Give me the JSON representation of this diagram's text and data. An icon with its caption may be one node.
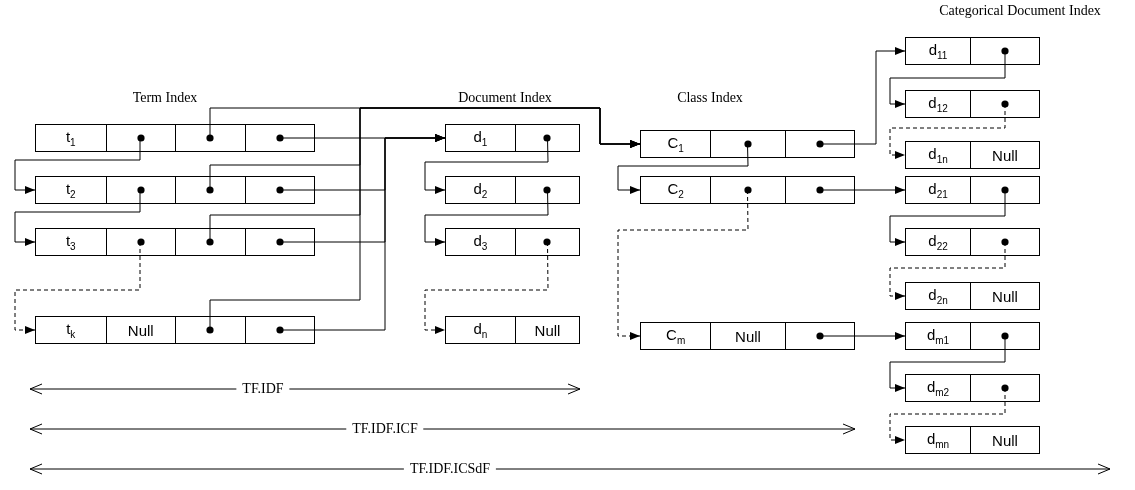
{
  "diagram": {
    "nodes": [
      {
        "text": [
          "t$_{1}$"
        ]
      },
      {
        "text": [
          "t$_{2}$"
        ]
      },
      {
        "text": [
          "t$_{3}$"
        ]
      },
      {
        "text": [
          "t$_{k}$",
          "Null"
        ]
      },
      {
        "text": [
          "d$_{1}$"
        ]
      },
      {
        "text": [
          "d$_{2}$"
        ]
      },
      {
        "text": [
          "d$_{3}$"
        ]
      },
      {
        "text": [
          "d$_{n}$",
          "Null"
        ]
      },
      {
        "text": [
          "C$_{1}$"
        ]
      },
      {
        "text": [
          "C$_{2}$"
        ]
      },
      {
        "text": [
          "C$_{m}$",
          "Null"
        ]
      },
      {
        "text": [
          "d$_{11}$"
        ]
      },
      {
        "text": [
          "d$_{12}$"
        ]
      },
      {
        "text": [
          "d$_{1n}$",
          "Null"
        ]
      },
      {
        "text": [
          "d$_{21}$"
        ]
      },
      {
        "text": [
          "d$_{22}$"
        ]
      },
      {
        "text": [
          "d$_{2n}$",
          "Null"
        ]
      },
      {
        "text": [
          "d$_{m1}$"
        ]
      },
      {
        "text": [
          "d$_{m2}$"
        ]
      },
      {
        "text": [
          "d$_{mn}$",
          "Null"
        ]
      }
    ],
    "edges": [
      {
        "from": 0,
        "to": 1,
        "arrow": "to"
      },
      {
        "from": 1,
        "to": 2,
        "arrow": "to"
      },
      {
        "from": 2,
        "to": 3,
        "arrow": "to",
        "style": "dashed"
      },
      {
        "from": 0,
        "to": 8,
        "arrow": "to"
      },
      {
        "from": 1,
        "to": 8,
        "arrow": "to"
      },
      {
        "from": 2,
        "to": 8,
        "arrow": "to"
      },
      {
        "from": 3,
        "to": 8,
        "arrow": "to"
      },
      {
        "from": 0,
        "to": 4,
        "arrow": "to"
      },
      {
        "from": 1,
        "to": 4,
        "arrow": "to"
      },
      {
        "from": 2,
        "to": 4,
        "arrow": "to"
      },
      {
        "from": 3,
        "to": 4,
        "arrow": "to"
      },
      {
        "from": 4,
        "to": 5,
        "arrow": "to"
      },
      {
        "from": 5,
        "to": 6,
        "arrow": "to"
      },
      {
        "from": 6,
        "to": 7,
        "arrow": "to",
        "style": "dashed"
      },
      {
        "from": 8,
        "to": 9,
        "arrow": "to"
      },
      {
        "from": 9,
        "to": 10,
        "arrow": "to",
        "style": "dashed"
      },
      {
        "from": 8,
        "to": 11,
        "arrow": "to"
      },
      {
        "from": 9,
        "to": 14,
        "arrow": "to"
      },
      {
        "from": 10,
        "to": 17,
        "arrow": "to"
      },
      {
        "from": 11,
        "to": 12,
        "arrow": "to"
      },
      {
        "from": 12,
        "to": 13,
        "arrow": "to",
        "style": "dashed"
      },
      {
        "from": 14,
        "to": 15,
        "arrow": "to"
      },
      {
        "from": 15,
        "to": 16,
        "arrow": "to",
        "style": "dashed"
      },
      {
        "from": 17,
        "to": 18,
        "arrow": "to"
      },
      {
        "from": 18,
        "to": 19,
        "arrow": "to",
        "style": "dashed"
      }
    ],
    "labels": [
      "Categorical Document Index",
      "Term Index",
      "Document Index",
      "Class Index",
      "TF.IDF",
      "TF.IDF.ICF",
      "TF.IDF.ICSdF"
    ]
  }
}
